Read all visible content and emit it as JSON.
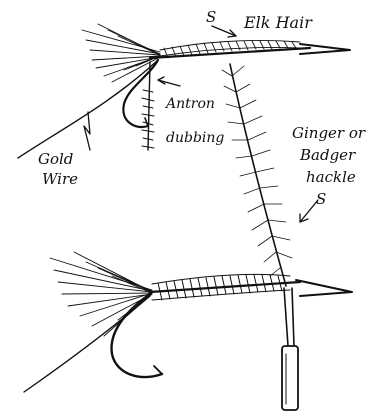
{
  "labels": {
    "elk_hair": "Elk Hair",
    "antron": "Antron",
    "dubbing": "dubbing",
    "gold": "Gold",
    "wire": "Wire",
    "ginger_or": "Ginger or",
    "badger": "Badger",
    "hackle": "hackle"
  },
  "arrow_marks": {
    "elk_hair": "S",
    "hackle": "S"
  },
  "colors": {
    "ink": "#111111",
    "paper": "#ffffff"
  }
}
